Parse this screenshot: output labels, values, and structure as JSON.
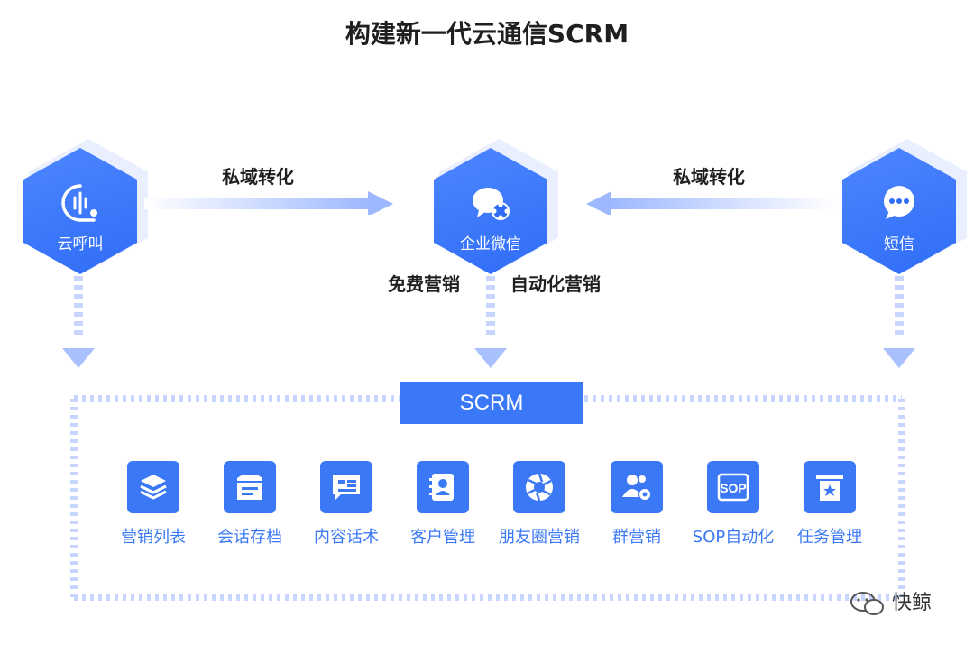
{
  "title": "构建新一代云通信SCRM",
  "channels": [
    {
      "label": "云呼叫",
      "icon": "voice-call-icon"
    },
    {
      "label": "企业微信",
      "icon": "wecom-icon"
    },
    {
      "label": "短信",
      "icon": "sms-chat-icon"
    }
  ],
  "flows": {
    "left_label": "私域转化",
    "right_label": "私域转化",
    "center_left_label": "免费营销",
    "center_right_label": "自动化营销"
  },
  "scrm_label": "SCRM",
  "features": [
    {
      "label": "营销列表",
      "icon": "layers-icon"
    },
    {
      "label": "会话存档",
      "icon": "archive-box-icon"
    },
    {
      "label": "内容话术",
      "icon": "message-doc-icon"
    },
    {
      "label": "客户管理",
      "icon": "contacts-book-icon"
    },
    {
      "label": "朋友圈营销",
      "icon": "aperture-icon"
    },
    {
      "label": "群营销",
      "icon": "group-users-icon"
    },
    {
      "label": "SOP自动化",
      "icon": "sop-icon"
    },
    {
      "label": "任务管理",
      "icon": "task-card-icon"
    }
  ],
  "watermark": "快鲸",
  "colors": {
    "primary": "#3a78f8",
    "light": "#c8d6ff",
    "arrow": "#a9c0ff"
  }
}
